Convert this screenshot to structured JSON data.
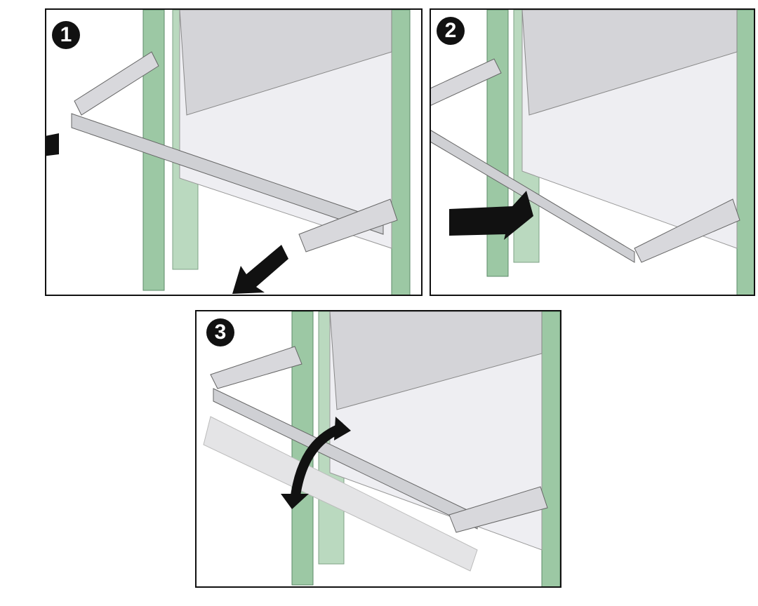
{
  "steps": [
    {
      "number": "1"
    },
    {
      "number": "2"
    },
    {
      "number": "3"
    }
  ],
  "colors": {
    "rack_post": "#9cc8a4",
    "rack_post_dark": "#6f9f7a",
    "chassis": "#d4d4d8",
    "chassis_face": "#eeeef2",
    "arm": "#cfd0d4",
    "arrow": "#111111",
    "ghost_arm": "#e4e4e6"
  }
}
